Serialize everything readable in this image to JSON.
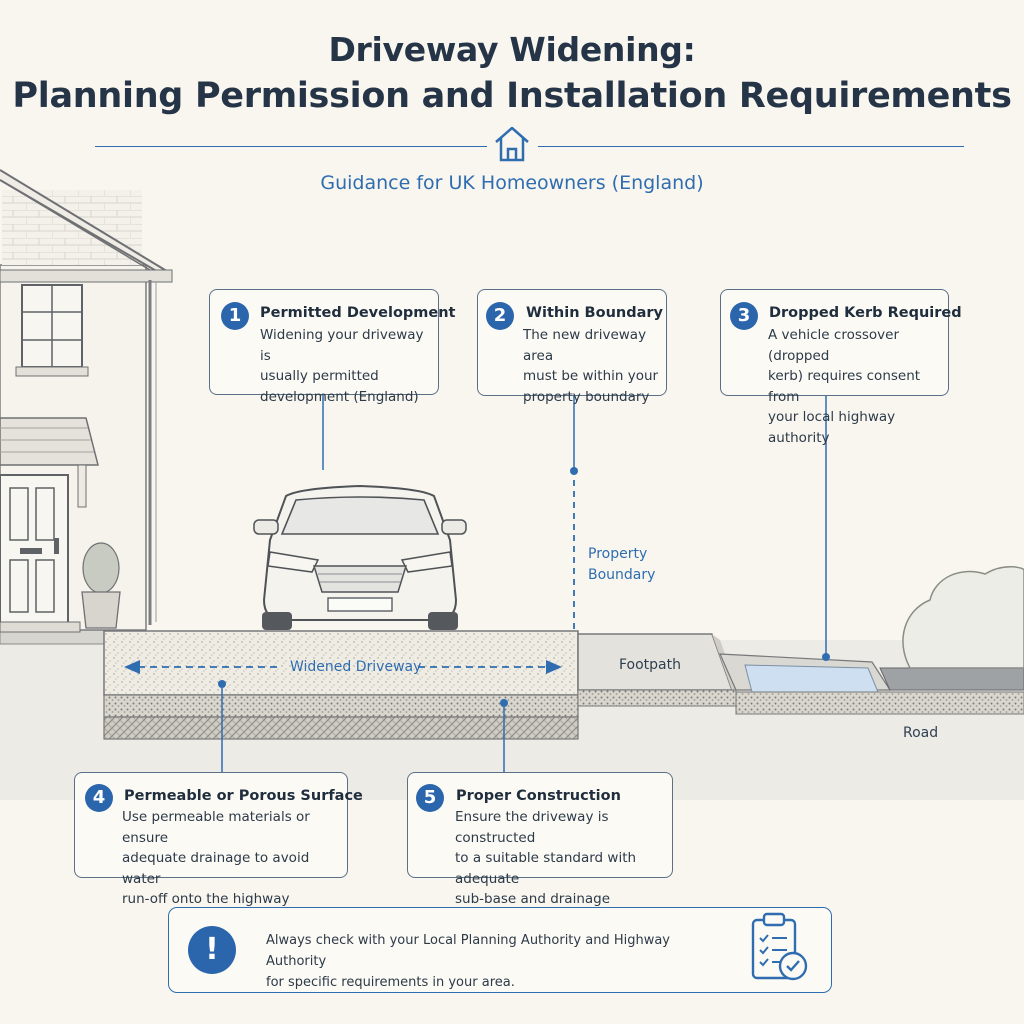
{
  "header": {
    "title_line1": "Driveway Widening:",
    "title_line2": "Planning Permission and Installation Requirements",
    "subtitle": "Guidance for UK Homeowners (England)",
    "icon": "house-icon"
  },
  "callouts": [
    {
      "number": "1",
      "title": "Permitted Development",
      "lines": [
        "Widening your driveway is",
        "usually permitted",
        "development (England)"
      ]
    },
    {
      "number": "2",
      "title": "Within Boundary",
      "lines": [
        "The new driveway area",
        "must be within your",
        "property boundary"
      ]
    },
    {
      "number": "3",
      "title": "Dropped Kerb Required",
      "lines": [
        "A vehicle crossover (dropped",
        "kerb) requires consent from",
        "your local highway authority"
      ]
    },
    {
      "number": "4",
      "title": "Permeable or Porous Surface",
      "lines": [
        "Use permeable materials or ensure",
        "adequate drainage to avoid water",
        "run-off onto the highway"
      ]
    },
    {
      "number": "5",
      "title": "Proper Construction",
      "lines": [
        "Ensure the driveway is constructed",
        "to a suitable standard with adequate",
        "sub-base and drainage"
      ]
    }
  ],
  "labels": {
    "property_boundary_line1": "Property",
    "property_boundary_line2": "Boundary",
    "widened_driveway": "Widened Driveway",
    "footpath": "Footpath",
    "road": "Road"
  },
  "note": {
    "line1": "Always check with your Local Planning Authority and Highway Authority",
    "line2": "for specific requirements in your area.",
    "alert_symbol": "!",
    "icon": "clipboard-check-icon"
  },
  "colors": {
    "accent": "#2b66ad",
    "background": "#f8f6ef",
    "water": "#cddff0"
  }
}
